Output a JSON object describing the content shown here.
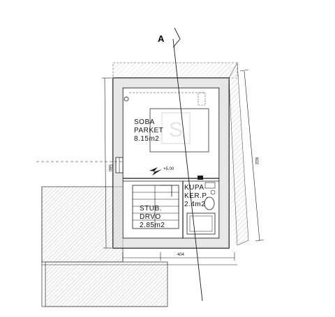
{
  "drawing": {
    "section_marker": "A",
    "elevation": "+5.00",
    "watermark_letter": "S"
  },
  "rooms": [
    {
      "id": "soba",
      "name": "SOBA",
      "floor": "PARKET",
      "area": "8.15m2"
    },
    {
      "id": "kupa",
      "name": "KUPA",
      "floor": "KER.P.",
      "area": "2.4m2"
    },
    {
      "id": "stubiste",
      "name": "STUB.",
      "floor": "DRVO",
      "area": "2.85m2"
    }
  ],
  "dimensions": {
    "left_height": "580",
    "right_height": "602",
    "bottom_width": "404"
  },
  "colors": {
    "wall_fill": "#9a9a9a",
    "hatch": "#b5b5b5",
    "line": "#1a1a1a"
  }
}
